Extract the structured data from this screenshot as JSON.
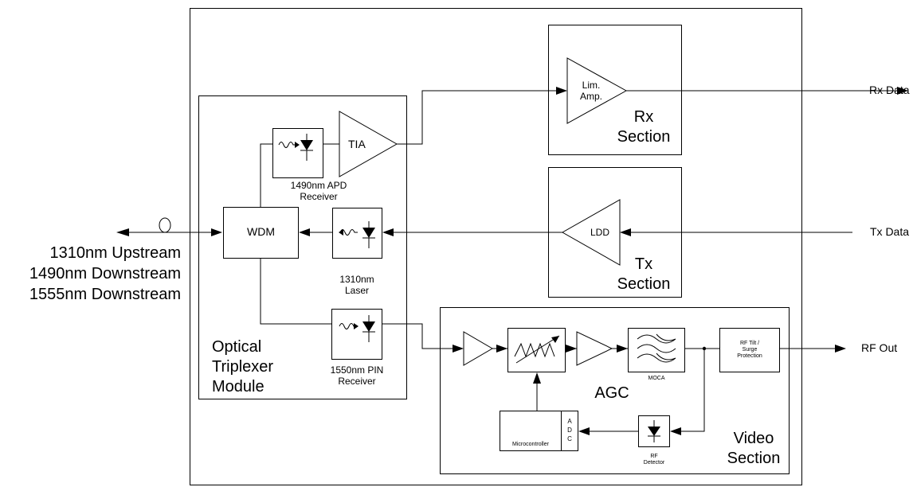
{
  "external": {
    "rx_data": "Rx Data",
    "tx_data": "Tx Data",
    "rf_out": "RF Out",
    "wavelengths": [
      "1310nm Upstream",
      "1490nm Downstream",
      "1555nm Downstream"
    ]
  },
  "rx_section": {
    "amp_label_1": "Lim.",
    "amp_label_2": "Amp.",
    "title_1": "Rx",
    "title_2": "Section"
  },
  "tx_section": {
    "driver_label": "LDD",
    "title_1": "Tx",
    "title_2": "Section"
  },
  "optical_module": {
    "title": [
      "Optical",
      "Triplexer",
      "Module"
    ],
    "wdm": "WDM",
    "tia": "TIA",
    "apd_receiver": [
      "1490nm APD",
      "Receiver"
    ],
    "laser": [
      "1310nm",
      "Laser"
    ],
    "pin_receiver": [
      "1550nm PIN",
      "Receiver"
    ]
  },
  "video_section": {
    "title_1": "Video",
    "title_2": "Section",
    "agc": "AGC",
    "moca": "MOCA",
    "rf_tilt": [
      "RF Tilt /",
      "Surge",
      "Protection"
    ],
    "microcontroller": "Microcontroller",
    "adc": [
      "A",
      "D",
      "C"
    ],
    "rf_detector": [
      "RF",
      "Detector"
    ]
  }
}
